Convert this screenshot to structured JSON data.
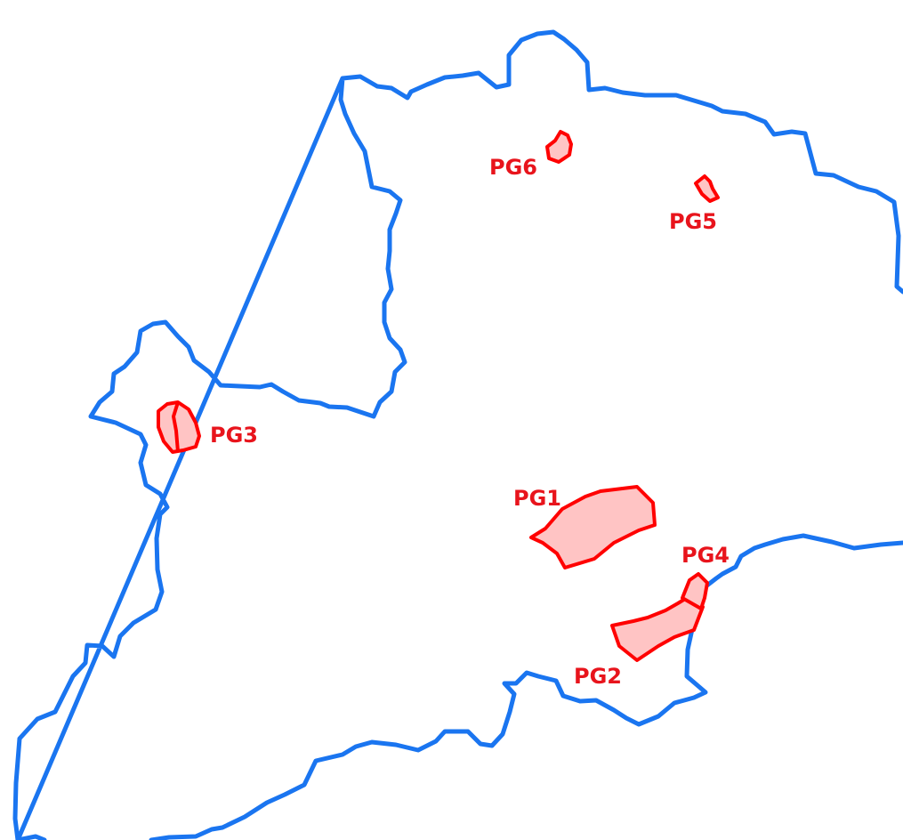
{
  "colors": {
    "boundary_stroke": "#1a75f0",
    "zone_stroke": "#ff0000",
    "zone_fill": "#ffc4c4",
    "label_text": "#e8141c",
    "background": "#ffffff"
  },
  "zones": [
    {
      "id": "pg1",
      "label": "PG1"
    },
    {
      "id": "pg2",
      "label": "PG2"
    },
    {
      "id": "pg3",
      "label": "PG3"
    },
    {
      "id": "pg4",
      "label": "PG4"
    },
    {
      "id": "pg5",
      "label": "PG5"
    },
    {
      "id": "pg6",
      "label": "PG6"
    }
  ]
}
